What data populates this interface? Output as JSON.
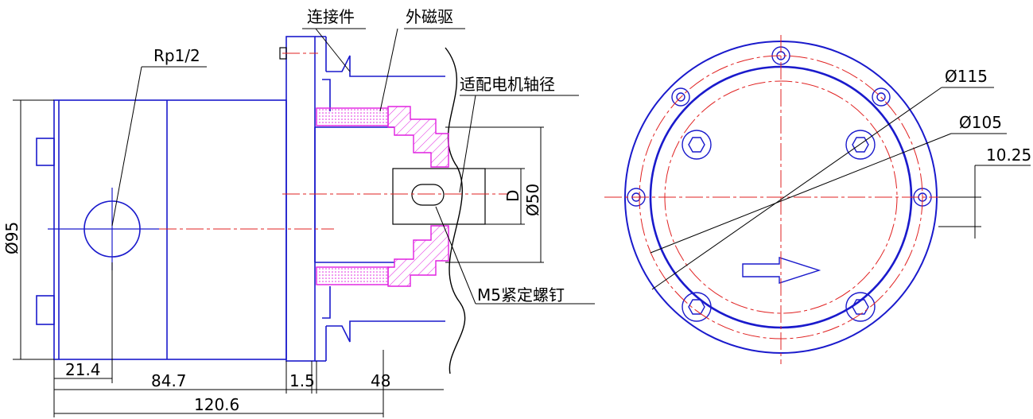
{
  "labels": {
    "connector": "连接件",
    "outer_magnetic_drive": "外磁驱",
    "motor_shaft": "适配电机轴径",
    "set_screw": "M5紧定螺钉",
    "port_thread": "Rp1/2"
  },
  "dimensions": {
    "dia_95": "Ø95",
    "dia_50": "Ø50",
    "shaft_d": "D",
    "d_21_4": "21.4",
    "d_84_7": "84.7",
    "d_1_5": "1.5",
    "d_48": "48",
    "d_120_6": "120.6",
    "dia_115": "Ø115",
    "dia_105": "Ø105",
    "d_10_25": "10.25"
  },
  "colors": {
    "outline": "#1a1acc",
    "centerline": "#e02020",
    "hatch": "#e020e0",
    "dimension": "#000000"
  }
}
